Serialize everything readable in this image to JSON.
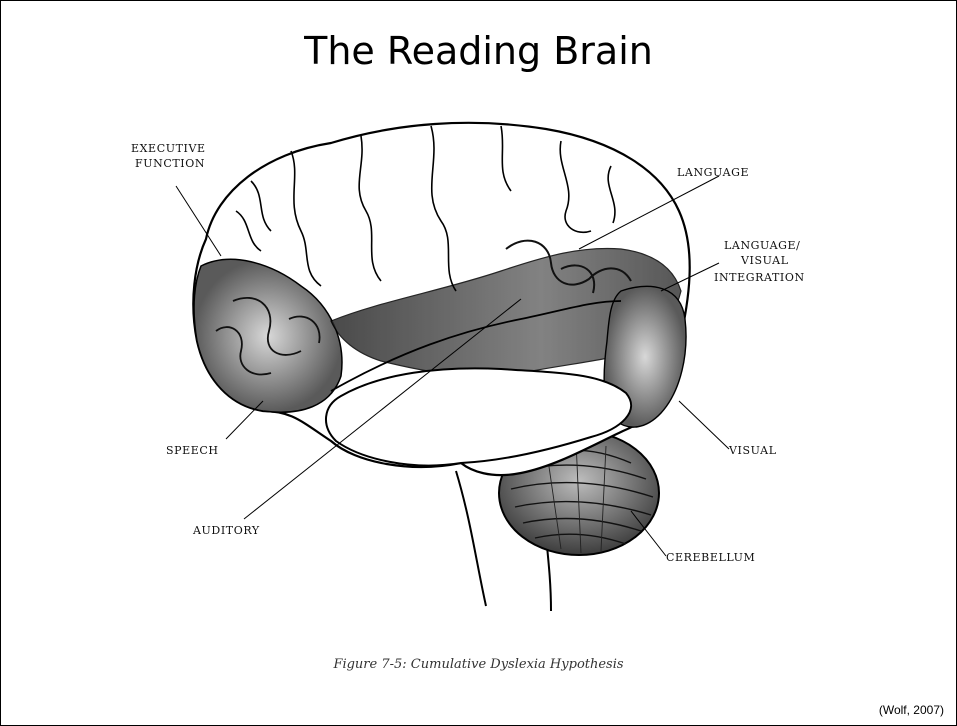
{
  "slide": {
    "title": "The Reading Brain",
    "citation": "(Wolf, 2007)"
  },
  "figure": {
    "caption": "Figure 7-5: Cumulative Dyslexia Hypothesis",
    "labels": {
      "executive_function_1": "EXECUTIVE",
      "executive_function_2": "FUNCTION",
      "language": "LANGUAGE",
      "language_visual_1": "LANGUAGE/",
      "language_visual_2": "VISUAL",
      "language_visual_3": "INTEGRATION",
      "speech": "SPEECH",
      "visual": "VISUAL",
      "auditory": "AUDITORY",
      "cerebellum": "CEREBELLUM"
    }
  }
}
